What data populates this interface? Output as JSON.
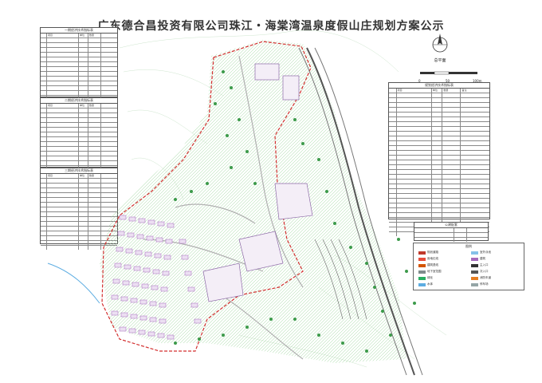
{
  "title": "广东德合昌投资有限公司珠江・海棠湾温泉度假山庄规划方案公示",
  "north": {
    "label": "总平面"
  },
  "scale": {
    "ticks": [
      "0",
      "50",
      "100m"
    ]
  },
  "left_tables": [
    {
      "title": "一期经济技术指标表",
      "header": [
        "项目",
        "单位",
        "数量"
      ],
      "rows": 15
    },
    {
      "title": "二期经济技术指标表",
      "header": [
        "项目",
        "单位",
        "数量"
      ],
      "rows": 15
    },
    {
      "title": "三期经济技术指标表",
      "header": [
        "项目",
        "单位",
        "数量"
      ],
      "rows": 15
    }
  ],
  "right_table": {
    "title": "规划经济技术指标表",
    "header": [
      "项目",
      "单位",
      "数量",
      "备注"
    ],
    "rows": 30
  },
  "small_table": {
    "title": "公建配套",
    "rows": 3
  },
  "legend": {
    "title": "图例",
    "items": [
      {
        "label": "规划道路",
        "color": "#c0392b"
      },
      {
        "label": "用地红线",
        "color": "#e74c3c"
      },
      {
        "label": "建筑退线",
        "color": "#d35400"
      },
      {
        "label": "地下室范围",
        "color": "#7f8c8d"
      },
      {
        "label": "绿化",
        "color": "#27ae60"
      },
      {
        "label": "水体",
        "color": "#5dade2"
      },
      {
        "label": "室外泳池",
        "color": "#85c1e9"
      },
      {
        "label": "建筑",
        "color": "#a569bd"
      },
      {
        "label": "主入口",
        "color": "#333333"
      },
      {
        "label": "次入口",
        "color": "#555555"
      },
      {
        "label": "消防车道",
        "color": "#e67e22"
      },
      {
        "label": "停车场",
        "color": "#95a5a6"
      }
    ]
  }
}
